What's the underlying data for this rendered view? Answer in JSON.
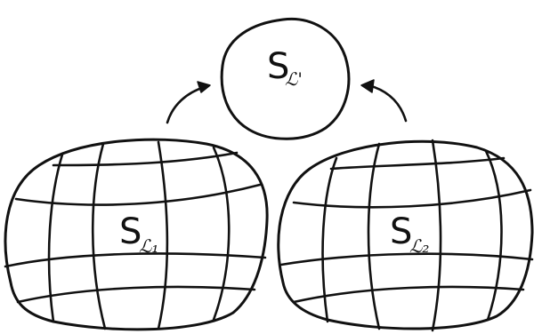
{
  "diagram": {
    "top_set": {
      "symbol": "S",
      "subscript": "ℒ'"
    },
    "left_set": {
      "symbol": "S",
      "subscript": "ℒ₁"
    },
    "right_set": {
      "symbol": "S",
      "subscript": "ℒ₂"
    }
  },
  "colors": {
    "ink": "#111111",
    "background": "#ffffff"
  }
}
